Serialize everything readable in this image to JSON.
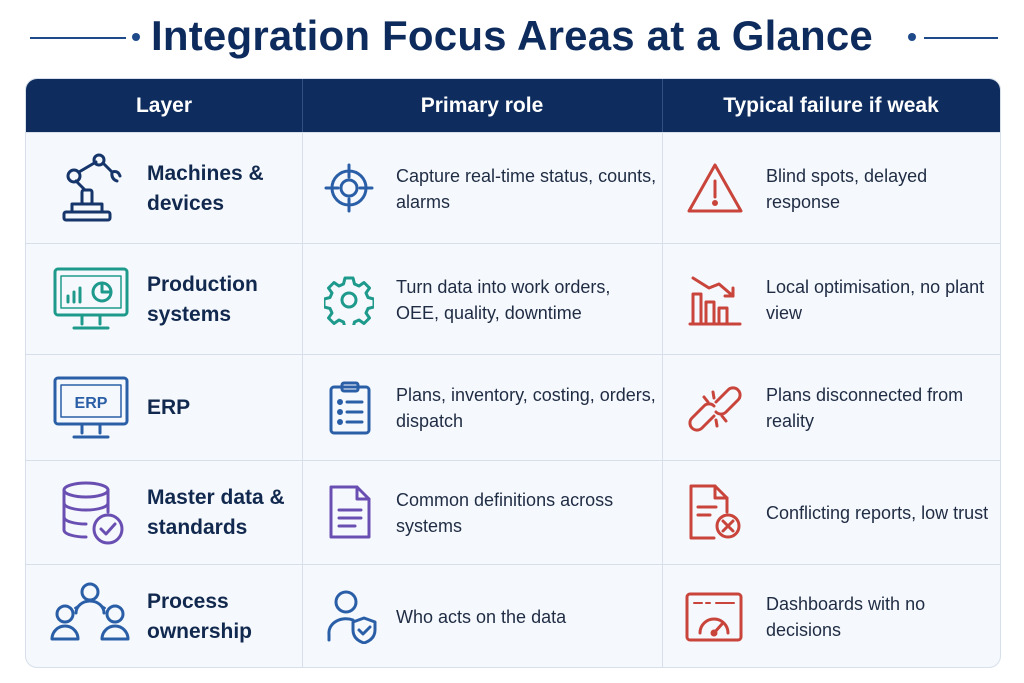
{
  "title": "Integration Focus Areas at a Glance",
  "colors": {
    "header_bg": "#0e2d5e",
    "title": "#0d2b5c",
    "blue_icon": "#2a5fa8",
    "teal_icon": "#1e9a8c",
    "purple_icon": "#6a4fb3",
    "red_icon": "#c9443a"
  },
  "headers": {
    "layer": "Layer",
    "role": "Primary role",
    "failure": "Typical failure if weak"
  },
  "rows": [
    {
      "layer": "Machines & devices",
      "layer_icon": "robot-arm-icon",
      "role": "Capture real-time status, counts, alarms",
      "role_icon": "target-crosshair-icon",
      "failure": "Blind spots, delayed response",
      "failure_icon": "warning-triangle-icon"
    },
    {
      "layer": "Production systems",
      "layer_icon": "monitor-dashboard-icon",
      "role": "Turn data into work orders, OEE, quality, downtime",
      "role_icon": "gear-icon",
      "failure": "Local optimisation, no plant view",
      "failure_icon": "declining-bar-chart-icon"
    },
    {
      "layer": "ERP",
      "layer_icon": "erp-monitor-icon",
      "layer_icon_label": "ERP",
      "role": "Plans, inventory, costing, orders, dispatch",
      "role_icon": "clipboard-checklist-icon",
      "failure": "Plans disconnected from reality",
      "failure_icon": "broken-link-icon"
    },
    {
      "layer": "Master data & standards",
      "layer_icon": "database-check-icon",
      "role": "Common definitions across systems",
      "role_icon": "document-icon",
      "failure": "Conflicting reports, low trust",
      "failure_icon": "document-error-icon"
    },
    {
      "layer": "Process ownership",
      "layer_icon": "people-team-icon",
      "role": "Who acts on the data",
      "role_icon": "user-shield-icon",
      "failure": "Dashboards with no decisions",
      "failure_icon": "gauge-dashboard-icon"
    }
  ]
}
